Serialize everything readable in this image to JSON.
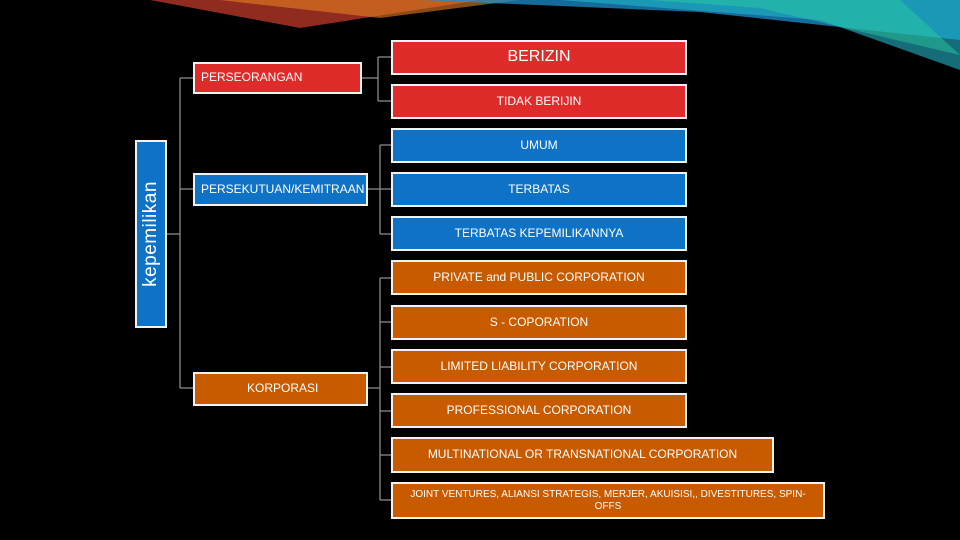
{
  "diagram": {
    "root": "kepemilikan",
    "groups": [
      {
        "label": "PERSEORANGAN",
        "children": [
          "BERIZIN",
          "TIDAK BERIJIN"
        ]
      },
      {
        "label": "PERSEKUTUAN/KEMITRAAN",
        "children": [
          "UMUM",
          "TERBATAS",
          "TERBATAS KEPEMILIKANNYA"
        ]
      },
      {
        "label": "KORPORASI",
        "children": [
          "PRIVATE and PUBLIC CORPORATION",
          "S - COPORATION",
          "LIMITED LIABILITY CORPORATION",
          "PROFESSIONAL CORPORATION",
          "MULTINATIONAL OR TRANSNATIONAL CORPORATION",
          "JOINT VENTURES, ALIANSI STRATEGIS, MERJER, AKUISISI,, DIVESTITURES, SPIN-OFFS"
        ]
      }
    ]
  },
  "colors": {
    "background": "#000000",
    "red": "#e02b2b",
    "blue": "#0e73c6",
    "orange": "#c85a00",
    "connector": "#8a8a8a",
    "border": "#f2f2f2"
  }
}
